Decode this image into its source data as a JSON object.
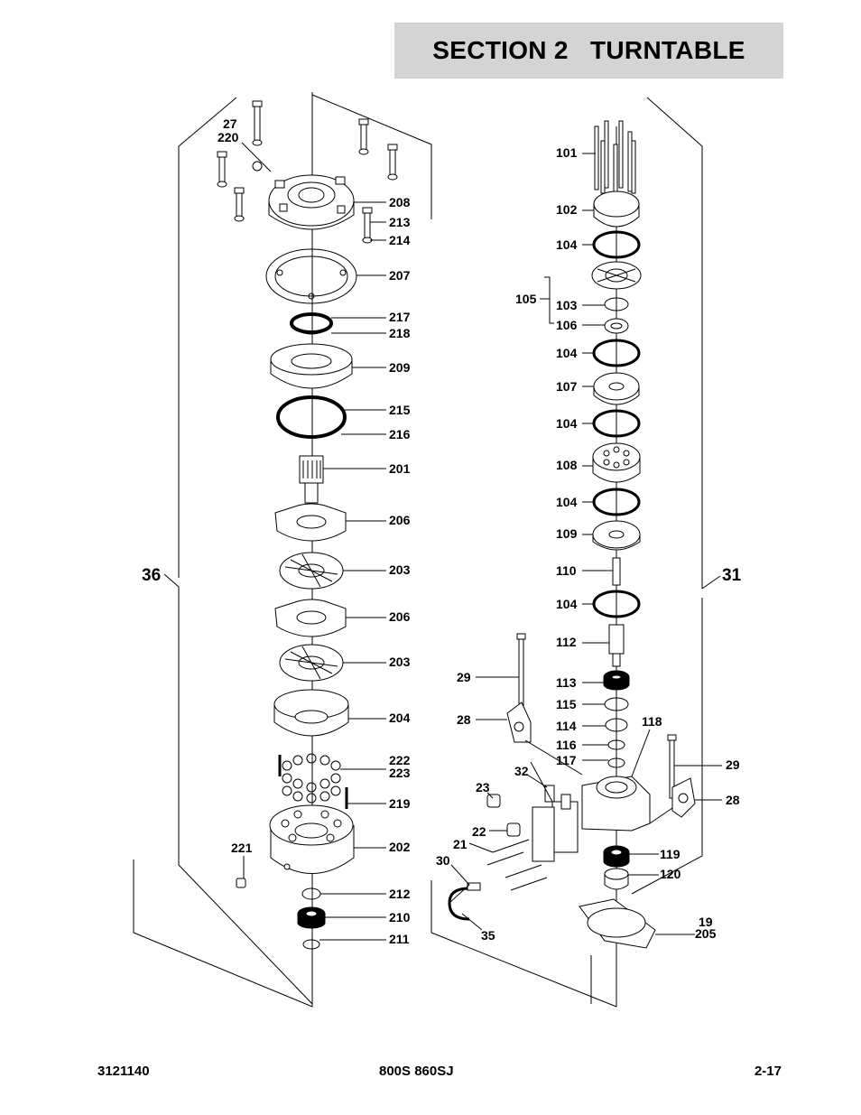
{
  "header": {
    "section_title": "SECTION 2   TURNTABLE"
  },
  "diagram": {
    "group_left": "36",
    "group_right": "31",
    "callouts": [
      {
        "id": "c27",
        "text": "27"
      },
      {
        "id": "c220",
        "text": "220"
      },
      {
        "id": "c208",
        "text": "208"
      },
      {
        "id": "c213",
        "text": "213"
      },
      {
        "id": "c214",
        "text": "214"
      },
      {
        "id": "c207",
        "text": "207"
      },
      {
        "id": "c217",
        "text": "217"
      },
      {
        "id": "c218",
        "text": "218"
      },
      {
        "id": "c209",
        "text": "209"
      },
      {
        "id": "c215",
        "text": "215"
      },
      {
        "id": "c216",
        "text": "216"
      },
      {
        "id": "c201",
        "text": "201"
      },
      {
        "id": "c206a",
        "text": "206"
      },
      {
        "id": "c203a",
        "text": "203"
      },
      {
        "id": "c206b",
        "text": "206"
      },
      {
        "id": "c203b",
        "text": "203"
      },
      {
        "id": "c204",
        "text": "204"
      },
      {
        "id": "c222",
        "text": "222"
      },
      {
        "id": "c223",
        "text": "223"
      },
      {
        "id": "c219",
        "text": "219"
      },
      {
        "id": "c202",
        "text": "202"
      },
      {
        "id": "c221",
        "text": "221"
      },
      {
        "id": "c212",
        "text": "212"
      },
      {
        "id": "c210",
        "text": "210"
      },
      {
        "id": "c211",
        "text": "211"
      },
      {
        "id": "c101",
        "text": "101"
      },
      {
        "id": "c102",
        "text": "102"
      },
      {
        "id": "c104a",
        "text": "104"
      },
      {
        "id": "c105",
        "text": "105"
      },
      {
        "id": "c103",
        "text": "103"
      },
      {
        "id": "c106",
        "text": "106"
      },
      {
        "id": "c104b",
        "text": "104"
      },
      {
        "id": "c107",
        "text": "107"
      },
      {
        "id": "c104c",
        "text": "104"
      },
      {
        "id": "c108",
        "text": "108"
      },
      {
        "id": "c104d",
        "text": "104"
      },
      {
        "id": "c109",
        "text": "109"
      },
      {
        "id": "c110",
        "text": "110"
      },
      {
        "id": "c104e",
        "text": "104"
      },
      {
        "id": "c112",
        "text": "112"
      },
      {
        "id": "c113",
        "text": "113"
      },
      {
        "id": "c115",
        "text": "115"
      },
      {
        "id": "c114",
        "text": "114"
      },
      {
        "id": "c116",
        "text": "116"
      },
      {
        "id": "c117",
        "text": "117"
      },
      {
        "id": "c118",
        "text": "118"
      },
      {
        "id": "c29a",
        "text": "29"
      },
      {
        "id": "c28a",
        "text": "28"
      },
      {
        "id": "c29b",
        "text": "29"
      },
      {
        "id": "c28b",
        "text": "28"
      },
      {
        "id": "c32",
        "text": "32"
      },
      {
        "id": "c23",
        "text": "23"
      },
      {
        "id": "c22",
        "text": "22"
      },
      {
        "id": "c21",
        "text": "21"
      },
      {
        "id": "c30",
        "text": "30"
      },
      {
        "id": "c35",
        "text": "35"
      },
      {
        "id": "c119",
        "text": "119"
      },
      {
        "id": "c120",
        "text": "120"
      },
      {
        "id": "c19",
        "text": "19"
      },
      {
        "id": "c205",
        "text": "205"
      }
    ]
  },
  "footer": {
    "doc_number": "3121140",
    "model": "800S 860SJ",
    "page": "2-17"
  }
}
